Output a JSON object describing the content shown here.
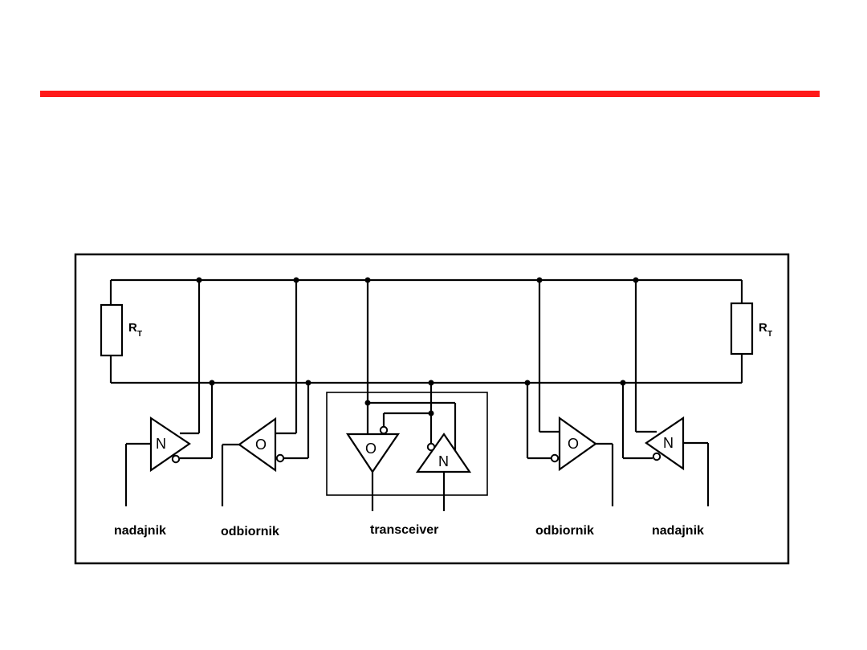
{
  "colors": {
    "accent_rule": "#ff1a1a",
    "ink": "#000000",
    "background": "#ffffff"
  },
  "resistors": [
    {
      "main": "R",
      "sub": "T"
    },
    {
      "main": "R",
      "sub": "T"
    }
  ],
  "gates": {
    "driver_left": "N",
    "receiver_left": "O",
    "transceiver_receiver": "O",
    "transceiver_driver": "N",
    "receiver_right": "O",
    "driver_right": "N"
  },
  "labels": {
    "driver_left": "nadajnik",
    "receiver_left": "odbiornik",
    "transceiver": "transceiver",
    "receiver_right": "odbiornik",
    "driver_right": "nadajnik"
  }
}
